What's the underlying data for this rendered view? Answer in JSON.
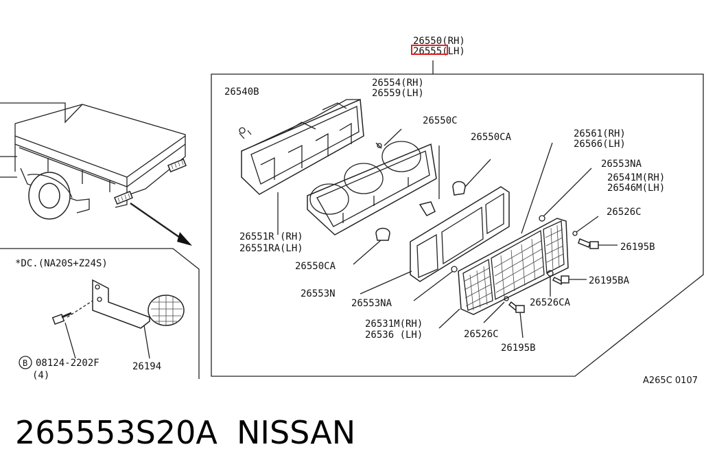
{
  "diagram": {
    "labels": {
      "top_rh": "26550(RH)",
      "top_lh": "26555(LH)",
      "l26540B": "26540B",
      "l26554": "26554(RH)",
      "l26559": "26559(LH)",
      "l26550C": "26550C",
      "l26550CA_top": "26550CA",
      "l26561": "26561(RH)",
      "l26566": "26566(LH)",
      "l26553NA_top": "26553NA",
      "l26541M": "26541M(RH)",
      "l26546M": "26546M(LH)",
      "l26526C_top": "26526C",
      "l26195B_top": "26195B",
      "l26551R": "26551R (RH)",
      "l26551RA": "26551RA(LH)",
      "l26550CA_bot": "26550CA",
      "l26195BA": "26195BA",
      "l26553N": "26553N",
      "l26553NA_bot": "26553NA",
      "l26526CA": "26526CA",
      "l26531M": "26531M(RH)",
      "l26536": "26536 (LH)",
      "l26526C_bot": "26526C",
      "l26195B_bot": "26195B",
      "inset_note": "*DC.(NA20S+Z24S)",
      "bolt_code": "08124-2202F",
      "bolt_qty": "(4)",
      "bolt_mark": "B",
      "l26194": "26194",
      "ref_code": "A265C 0107"
    },
    "highlight_color": "#e02020"
  },
  "caption": {
    "part_number": "265553S20A",
    "brand": "NISSAN"
  }
}
